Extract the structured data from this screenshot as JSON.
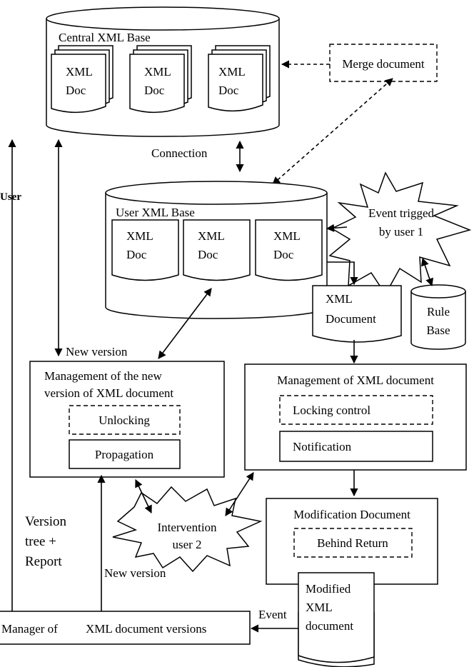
{
  "central_base": {
    "title": "Central XML Base",
    "docs": [
      {
        "line1": "XML",
        "line2": "Doc"
      },
      {
        "line1": "XML",
        "line2": "Doc"
      },
      {
        "line1": "XML",
        "line2": "Doc"
      }
    ]
  },
  "merge_document": "Merge document",
  "connection": "Connection",
  "user_label": "User",
  "user_base": {
    "title": "User XML Base",
    "docs": [
      {
        "line1": "XML",
        "line2": "Doc"
      },
      {
        "line1": "XML",
        "line2": "Doc"
      },
      {
        "line1": "XML",
        "line2": "Doc"
      }
    ]
  },
  "event_user1": {
    "line1": "Event trigged",
    "line2": "by user 1"
  },
  "xml_document": {
    "line1": "XML",
    "line2": "Document"
  },
  "rule_base": {
    "line1": "Rule",
    "line2": "Base"
  },
  "new_version_top": "New version",
  "mgmt_new_version": {
    "line1": "Management of the new",
    "line2": "version of XML document",
    "unlocking": "Unlocking",
    "propagation": "Propagation"
  },
  "mgmt_xml_doc": {
    "title": "Management of XML document",
    "locking": "Locking control",
    "notification": "Notification"
  },
  "intervention": {
    "line1": "Intervention",
    "line2": "user 2"
  },
  "modification_doc": {
    "title": "Modification Document",
    "behind_return": "Behind Return"
  },
  "version_tree": {
    "line1": "Version",
    "line2": "tree +",
    "line3": "Report"
  },
  "new_version_bottom": "New version",
  "event_label": "Event",
  "modified_doc": {
    "line1": "Modified",
    "line2": "XML",
    "line3": "document"
  },
  "manager": {
    "part1": "Manager of",
    "part2": "XML document versions"
  }
}
